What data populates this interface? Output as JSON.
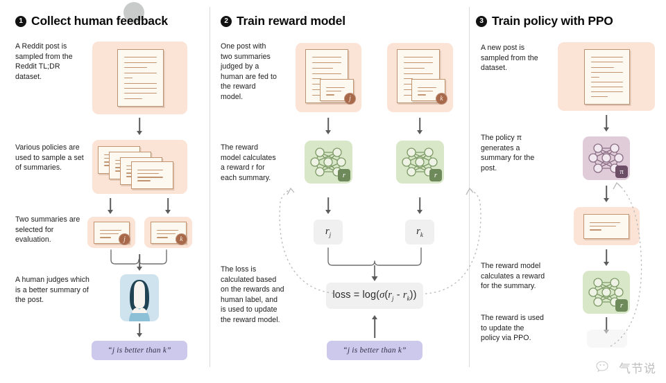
{
  "meta": {
    "title": "Learning to summarize from human feedback — 3 step RLHF diagram",
    "colors": {
      "peach": "#fae0d0",
      "green": "#d9e7c9",
      "mauve": "#e0ccd9",
      "blue": "#cfe3ee",
      "lilac": "#cdc9ec",
      "grey": "#f0f0f0",
      "doc_border": "#b99273",
      "badge": "#a8694a",
      "arrow": "#5b5b5b",
      "text": "#1b1b1b"
    }
  },
  "columns": [
    {
      "number": "1",
      "title": "Collect human feedback",
      "captions": [
        "A Reddit post is sampled from the Reddit TL;DR dataset.",
        "Various policies are used to sample a set of summaries.",
        "Two summaries are selected for evaluation.",
        "A human judges which is a better summary of the post."
      ],
      "badges": [
        "j",
        "k"
      ],
      "judgement": "“j is better than k”"
    },
    {
      "number": "2",
      "title": "Train reward model",
      "captions": [
        "One post with two summaries judged by a human are fed to the reward model.",
        "The reward model calculates a reward r for each summary.",
        "The loss is calculated based on the rewards and human label, and is used to update the reward model."
      ],
      "badges": [
        "j",
        "k"
      ],
      "model_tags": [
        "r",
        "r"
      ],
      "rewards": [
        {
          "symbol": "r",
          "sub": "j"
        },
        {
          "symbol": "r",
          "sub": "k"
        }
      ],
      "loss_formula": "loss = log(σ(r j - r k))",
      "loss_parts": {
        "lhs": "loss",
        "eq": "=",
        "fn": "log(σ(",
        "r1": "r",
        "r1sub": "j",
        "minus": "-",
        "r2": "r",
        "r2sub": "k",
        "close": "))"
      },
      "judgement": "“j is better than k”"
    },
    {
      "number": "3",
      "title": "Train policy with PPO",
      "captions": [
        "A new post is sampled from the dataset.",
        "The policy π generates a summary for the post.",
        "The reward model calculates a reward for the summary.",
        "The reward is used to update the policy via PPO."
      ],
      "model_tags": [
        "π",
        "r"
      ]
    }
  ],
  "watermark": {
    "icon": "wechat-icon",
    "text": "气节说"
  },
  "icons": {
    "neural_net": "neural-network-icon",
    "human": "human-avatar-icon",
    "document": "document-icon",
    "summary_card": "summary-card-icon"
  }
}
